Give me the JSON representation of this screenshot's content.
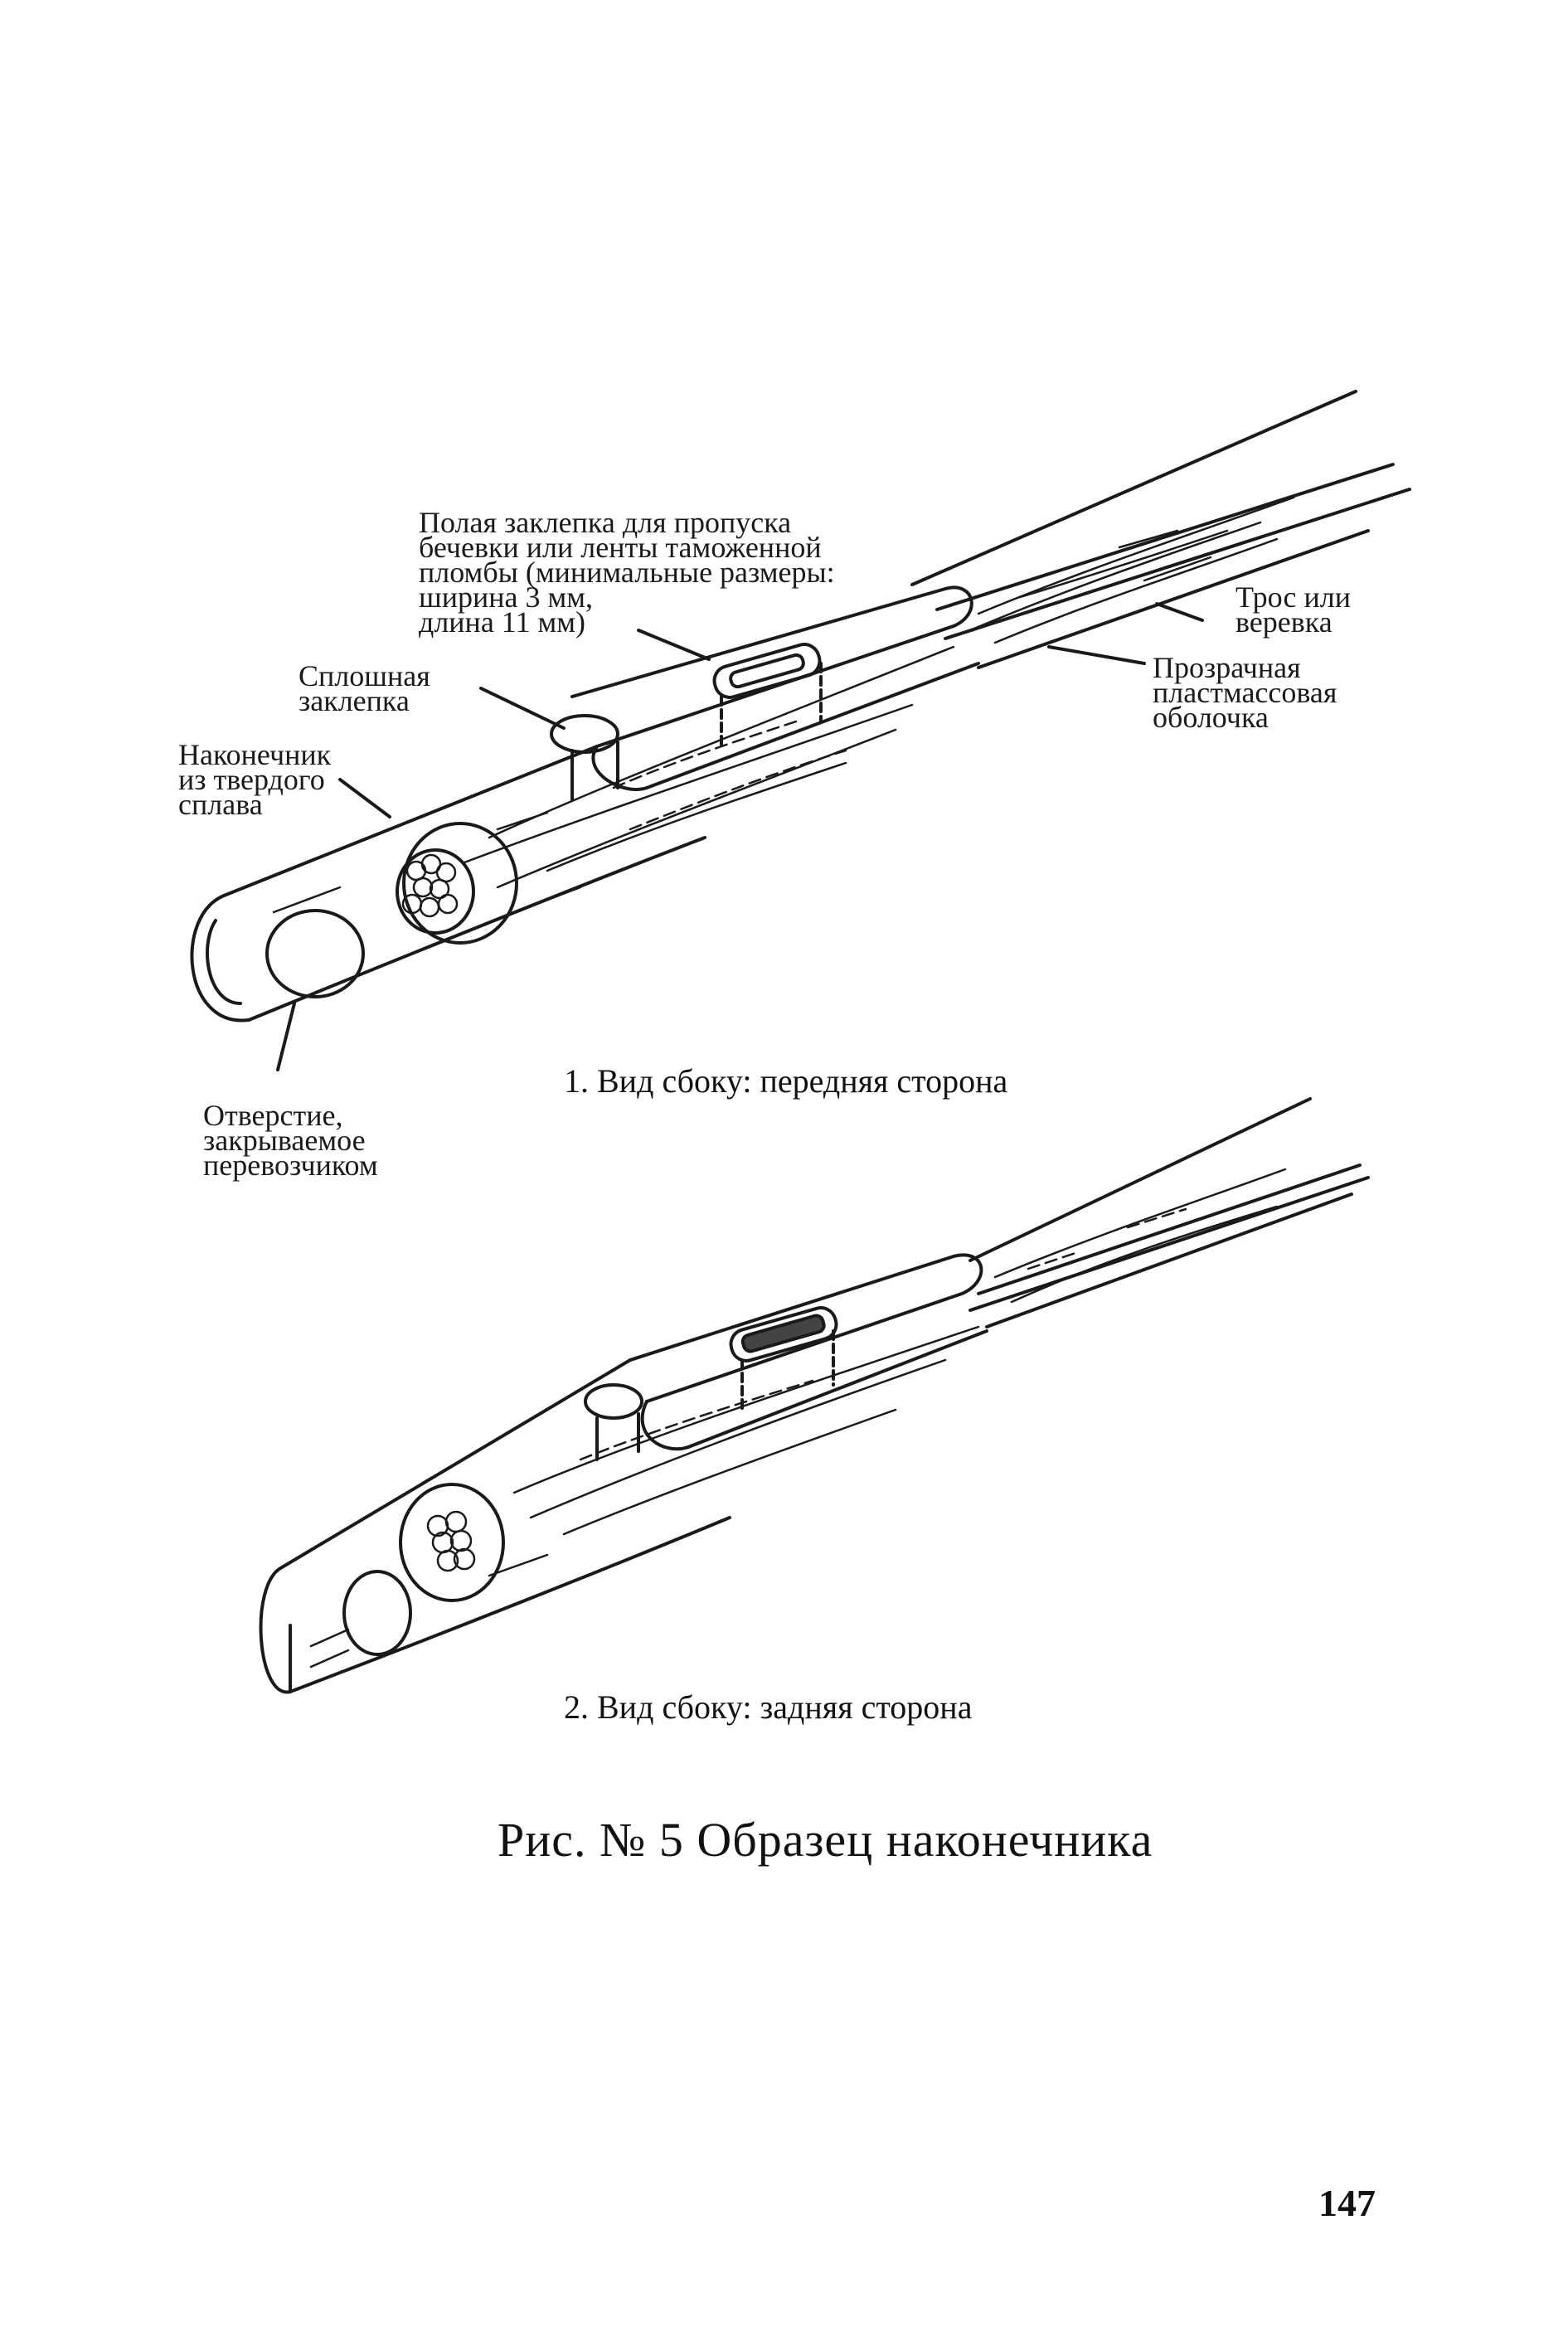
{
  "labels": {
    "hollow_rivet": "Полая заклепка для пропуска\nбечевки или ленты таможенной\nпломбы (минимальные размеры:\nширина 3 мм,\nдлина 11 мм)",
    "solid_rivet": "Сплошная\nзаклепка",
    "tip": "Наконечник\nиз твердого\nсплава",
    "cable": "Трос или\nверевка",
    "sheath": "Прозрачная\nпластмассовая\nоболочка",
    "hole": "Отверстие,\nзакрываемое\nперевозчиком"
  },
  "captions": {
    "view1": "1. Вид сбоку: передняя сторона",
    "view2": "2. Вид сбоку: задняя сторона"
  },
  "figure_title": "Рис. № 5 Образец наконечника",
  "page_number": "147"
}
